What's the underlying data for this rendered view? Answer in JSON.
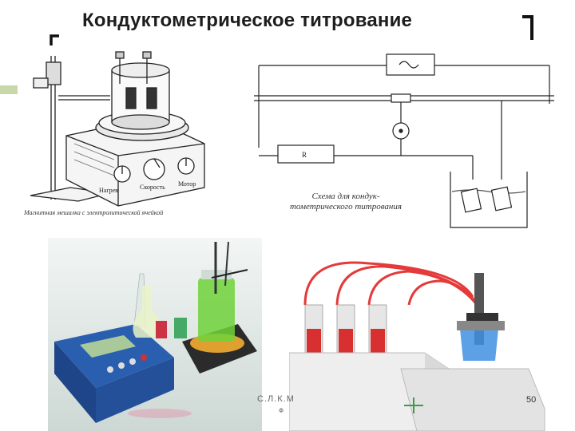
{
  "slide": {
    "title": "Кондуктометрическое титрование",
    "page_number": "50",
    "footer_text": "С.Л.К.М",
    "footer_sub": "Ф",
    "accent_color": "#c9d8a8"
  },
  "stirrer_figure": {
    "caption": "Магнитная мешалка с электролитической ячейкой",
    "knob_labels": [
      "Нагрев",
      "Скорость",
      "Мотор"
    ]
  },
  "scheme_figure": {
    "caption_line1": "Схема для кондук-",
    "caption_line2": "тометрического титрования",
    "resistor_label": "R"
  }
}
